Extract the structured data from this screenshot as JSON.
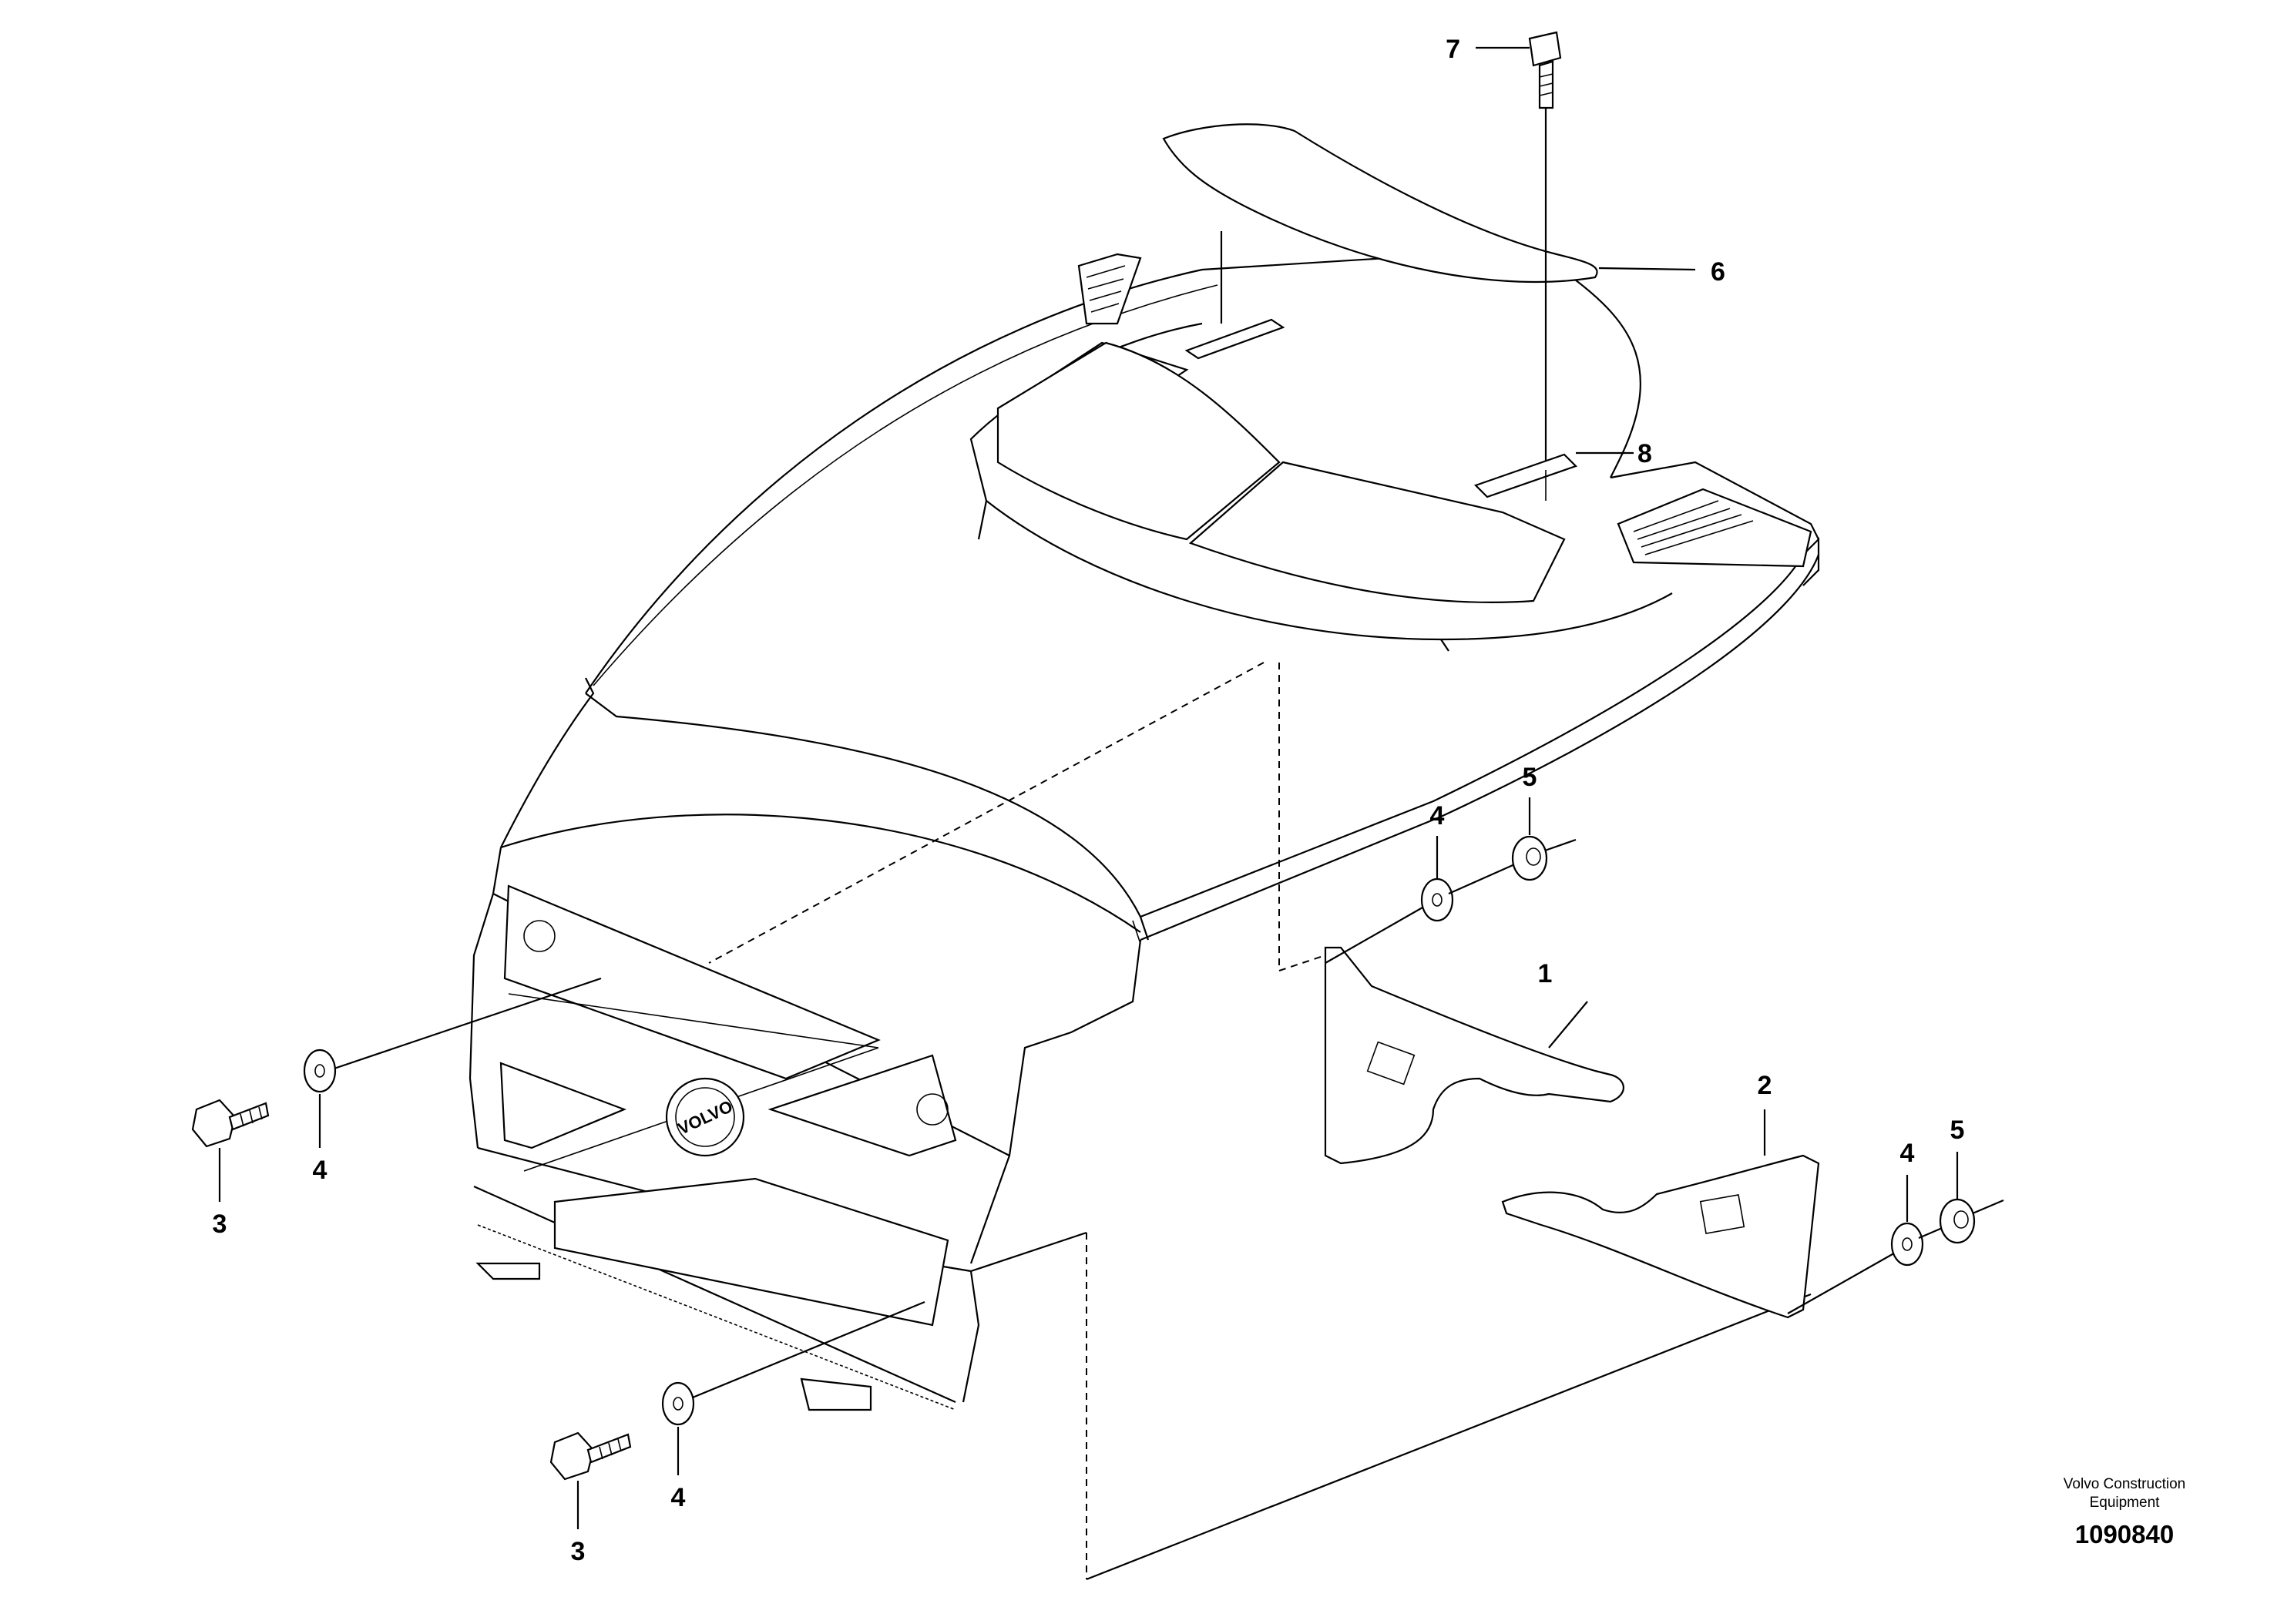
{
  "callouts": {
    "c1": "1",
    "c2": "2",
    "c3_left": "3",
    "c3_bottom": "3",
    "c4_left": "4",
    "c4_bottom": "4",
    "c4_bracket1": "4",
    "c4_bracket2": "4",
    "c5_bracket1": "5",
    "c5_bracket2": "5",
    "c6": "6",
    "c7": "7",
    "c8": "8"
  },
  "grille_logo": "VOLVO",
  "footer": {
    "brand_line1": "Volvo Construction",
    "brand_line2": "Equipment",
    "doc_number": "1090840"
  }
}
